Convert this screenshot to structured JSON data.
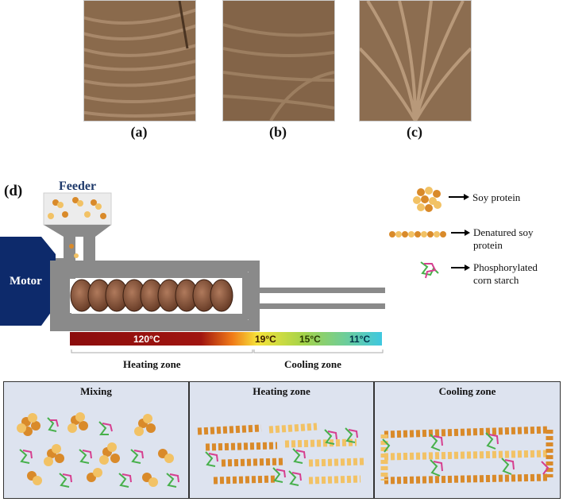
{
  "photos": [
    {
      "label": "(a)"
    },
    {
      "label": "(b)"
    },
    {
      "label": "(c)"
    }
  ],
  "diagram": {
    "label": "(d)",
    "feeder": "Feeder",
    "motor": "Motor",
    "temps": [
      "120°C",
      "19°C",
      "15°C",
      "11°C"
    ],
    "zones": {
      "heating": "Heating zone",
      "cooling": "Cooling zone"
    }
  },
  "legend": [
    {
      "text": "Soy protein"
    },
    {
      "text_line1": "Denatured soy",
      "text_line2": "protein"
    },
    {
      "text_line1": "Phosphorylated",
      "text_line2": "corn starch"
    }
  ],
  "panels": [
    {
      "title": "Mixing"
    },
    {
      "title": "Heating zone"
    },
    {
      "title": "Cooling zone"
    }
  ],
  "colors": {
    "motor": "#0d2a6b",
    "barrel": "#8a8a8a",
    "screw": "#7a4a33",
    "protein_dark": "#b8651d",
    "protein_light": "#f2c265",
    "starch_green": "#47b04b",
    "starch_pink": "#d63f8f",
    "panel_bg": "#dde3ef"
  }
}
